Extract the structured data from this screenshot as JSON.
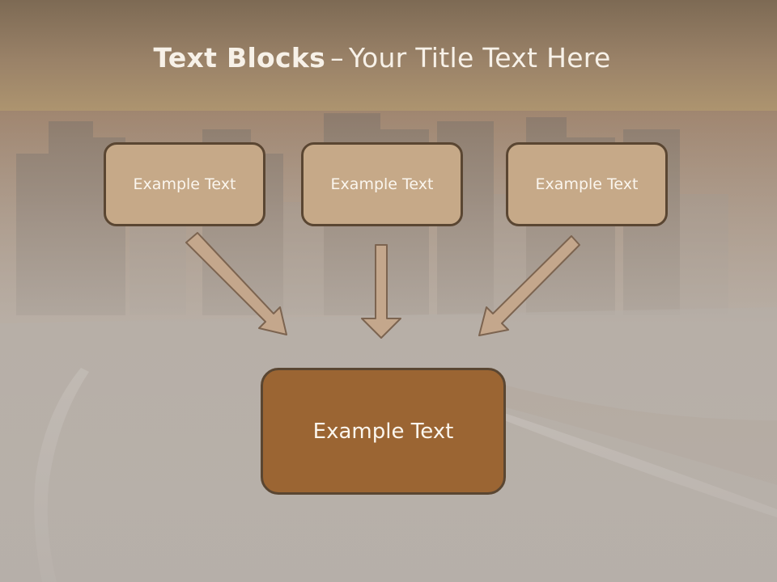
{
  "title": {
    "bold": "Text Blocks",
    "separator": "–",
    "rest": "Your Title Text Here"
  },
  "boxes": {
    "left": "Example Text",
    "middle": "Example Text",
    "right": "Example Text",
    "main": "Example Text"
  },
  "colors": {
    "title_bar": "#a88f72",
    "small_box_fill": "#c6a988",
    "main_box_fill": "#9b6533",
    "box_border": "#5a4632",
    "arrow_fill": "#c4a78c",
    "arrow_stroke": "#7c6450"
  }
}
